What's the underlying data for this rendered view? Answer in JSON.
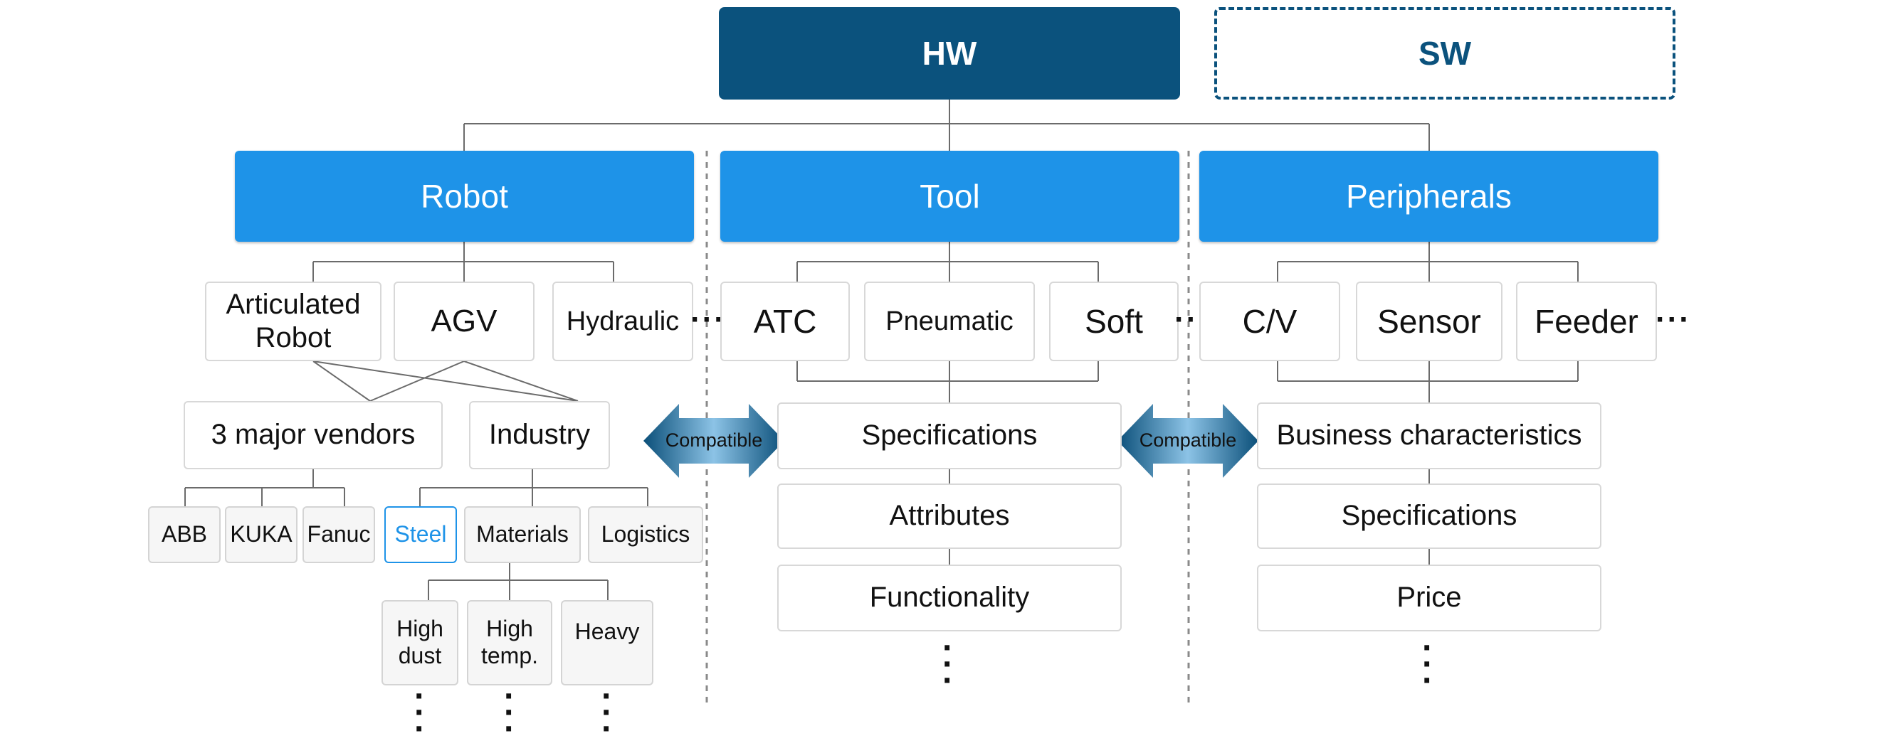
{
  "root": {
    "hw": "HW",
    "sw": "SW"
  },
  "categories": {
    "robot": "Robot",
    "tool": "Tool",
    "peripherals": "Peripherals"
  },
  "robot": {
    "types": [
      "Articulated Robot",
      "AGV",
      "Hydraulic"
    ],
    "groups": {
      "vendors": "3 major vendors",
      "industry": "Industry"
    },
    "vendors": [
      "ABB",
      "KUKA",
      "Fanuc"
    ],
    "industries": [
      "Steel",
      "Materials",
      "Logistics"
    ],
    "conditions": [
      "High dust",
      "High temp.",
      "Heavy"
    ]
  },
  "tool": {
    "types": [
      "ATC",
      "Pneumatic",
      "Soft"
    ],
    "properties": [
      "Specifications",
      "Attributes",
      "Functionality"
    ]
  },
  "peripherals": {
    "types": [
      "C/V",
      "Sensor",
      "Feeder"
    ],
    "properties": [
      "Business characteristics",
      "Specifications",
      "Price"
    ]
  },
  "compatible_label": "Compatible",
  "ellipsis": "···",
  "colors": {
    "dark_blue": "#0b527d",
    "blue": "#1e93e8",
    "highlight": "#1e93e8"
  }
}
